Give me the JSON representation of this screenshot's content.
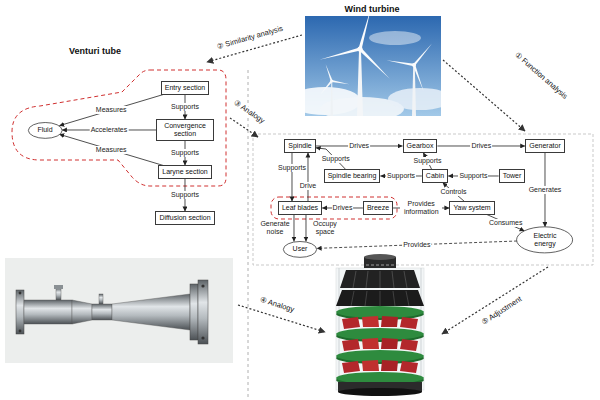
{
  "diagram": {
    "nodes": [
      {
        "text": [
          "Entry section"
        ]
      },
      {
        "text": [
          "Convergence section"
        ]
      },
      {
        "text": [
          "Laryne section"
        ]
      },
      {
        "text": [
          "Diffusion section"
        ]
      },
      {
        "text": [
          "Fluid"
        ]
      },
      {
        "text": [
          "Spindle"
        ]
      },
      {
        "text": [
          "Gearbox"
        ]
      },
      {
        "text": [
          "Generator"
        ]
      },
      {
        "text": [
          "Spindle bearing"
        ]
      },
      {
        "text": [
          "Cabin"
        ]
      },
      {
        "text": [
          "Tower"
        ]
      },
      {
        "text": [
          "Leaf blades"
        ]
      },
      {
        "text": [
          "Breeze"
        ]
      },
      {
        "text": [
          "Yaw system"
        ]
      },
      {
        "text": [
          "User"
        ]
      },
      {
        "text": [
          "Electric energy"
        ]
      }
    ],
    "edges": [
      {
        "from": 0,
        "to": 4,
        "label": "Measures",
        "arrow": "to"
      },
      {
        "from": 1,
        "to": 4,
        "label": "Accelerates",
        "arrow": "to"
      },
      {
        "from": 2,
        "to": 4,
        "label": "Measures",
        "arrow": "to"
      },
      {
        "from": 0,
        "to": 1,
        "label": "Supports",
        "arrow": "to"
      },
      {
        "from": 1,
        "to": 2,
        "label": "Supports",
        "arrow": "to"
      },
      {
        "from": 2,
        "to": 3,
        "label": "Supports",
        "arrow": "to"
      },
      {
        "from": 5,
        "to": 6,
        "label": "Drives",
        "arrow": "to"
      },
      {
        "from": 6,
        "to": 7,
        "label": "Drives",
        "arrow": "to"
      },
      {
        "from": 8,
        "to": 5,
        "label": "Supports",
        "arrow": "to"
      },
      {
        "from": 9,
        "to": 6,
        "label": "Supports",
        "arrow": "to"
      },
      {
        "from": 9,
        "to": 8,
        "label": "Supports",
        "arrow": "to"
      },
      {
        "from": 10,
        "to": 9,
        "label": "Supports",
        "arrow": "to"
      },
      {
        "from": 5,
        "to": 11,
        "label": "Supports",
        "arrow": "to"
      },
      {
        "from": 11,
        "to": 5,
        "label": "Drive",
        "arrow": "to"
      },
      {
        "from": 12,
        "to": 11,
        "label": "Drives",
        "arrow": "to"
      },
      {
        "from": 12,
        "to": 13,
        "label": "Provides information",
        "arrow": "to"
      },
      {
        "from": 13,
        "to": 9,
        "label": "Controls",
        "arrow": "to"
      },
      {
        "from": 7,
        "to": 15,
        "label": "Generates",
        "arrow": "to"
      },
      {
        "from": 13,
        "to": 15,
        "label": "Consumes",
        "arrow": "to"
      },
      {
        "from": 11,
        "to": 14,
        "label": "Generate noise",
        "arrow": "to"
      },
      {
        "from": 11,
        "to": 14,
        "label": "Occupy space",
        "arrow": "to"
      },
      {
        "from": 15,
        "to": 14,
        "label": "Provides",
        "arrow": "to"
      }
    ],
    "labels": [
      "Wind turbine",
      "② Similarity analysis",
      "Venturi tube",
      "① Function analysis",
      "③ Analogy",
      "④ Analogy",
      "⑤ Adjustment"
    ]
  }
}
